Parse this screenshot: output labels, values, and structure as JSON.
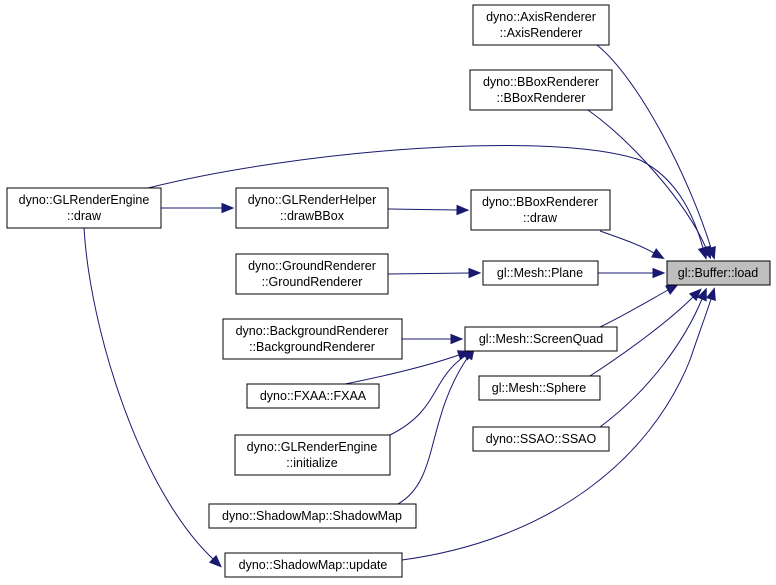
{
  "colors": {
    "edge": "#191970",
    "node_border": "#000000",
    "focus_fill": "#bfbfbf",
    "node_fill": "#ffffff"
  },
  "nodes": {
    "axis_renderer": [
      "dyno::AxisRenderer",
      "::AxisRenderer"
    ],
    "bbox_renderer_ctor": [
      "dyno::BBoxRenderer",
      "::BBoxRenderer"
    ],
    "glrender_engine_draw": [
      "dyno::GLRenderEngine",
      "::draw"
    ],
    "glrender_helper_drawbbox": [
      "dyno::GLRenderHelper",
      "::drawBBox"
    ],
    "bbox_renderer_draw": [
      "dyno::BBoxRenderer",
      "::draw"
    ],
    "ground_renderer": [
      "dyno::GroundRenderer",
      "::GroundRenderer"
    ],
    "mesh_plane": [
      "gl::Mesh::Plane"
    ],
    "buffer_load": [
      "gl::Buffer::load"
    ],
    "background_renderer": [
      "dyno::BackgroundRenderer",
      "::BackgroundRenderer"
    ],
    "mesh_screenquad": [
      "gl::Mesh::ScreenQuad"
    ],
    "fxaa": [
      "dyno::FXAA::FXAA"
    ],
    "mesh_sphere": [
      "gl::Mesh::Sphere"
    ],
    "glrender_engine_initialize": [
      "dyno::GLRenderEngine",
      "::initialize"
    ],
    "ssao": [
      "dyno::SSAO::SSAO"
    ],
    "shadowmap_ctor": [
      "dyno::ShadowMap::ShadowMap"
    ],
    "shadowmap_update": [
      "dyno::ShadowMap::update"
    ]
  },
  "edges": [
    [
      "axis_renderer",
      "buffer_load"
    ],
    [
      "bbox_renderer_ctor",
      "buffer_load"
    ],
    [
      "glrender_engine_draw",
      "buffer_load"
    ],
    [
      "glrender_engine_draw",
      "glrender_helper_drawbbox"
    ],
    [
      "glrender_engine_draw",
      "shadowmap_update"
    ],
    [
      "glrender_helper_drawbbox",
      "bbox_renderer_draw"
    ],
    [
      "bbox_renderer_draw",
      "buffer_load"
    ],
    [
      "ground_renderer",
      "mesh_plane"
    ],
    [
      "mesh_plane",
      "buffer_load"
    ],
    [
      "background_renderer",
      "mesh_screenquad"
    ],
    [
      "fxaa",
      "mesh_screenquad"
    ],
    [
      "glrender_engine_initialize",
      "mesh_screenquad"
    ],
    [
      "shadowmap_ctor",
      "mesh_screenquad"
    ],
    [
      "mesh_screenquad",
      "buffer_load"
    ],
    [
      "mesh_sphere",
      "buffer_load"
    ],
    [
      "ssao",
      "buffer_load"
    ],
    [
      "shadowmap_update",
      "buffer_load"
    ]
  ]
}
